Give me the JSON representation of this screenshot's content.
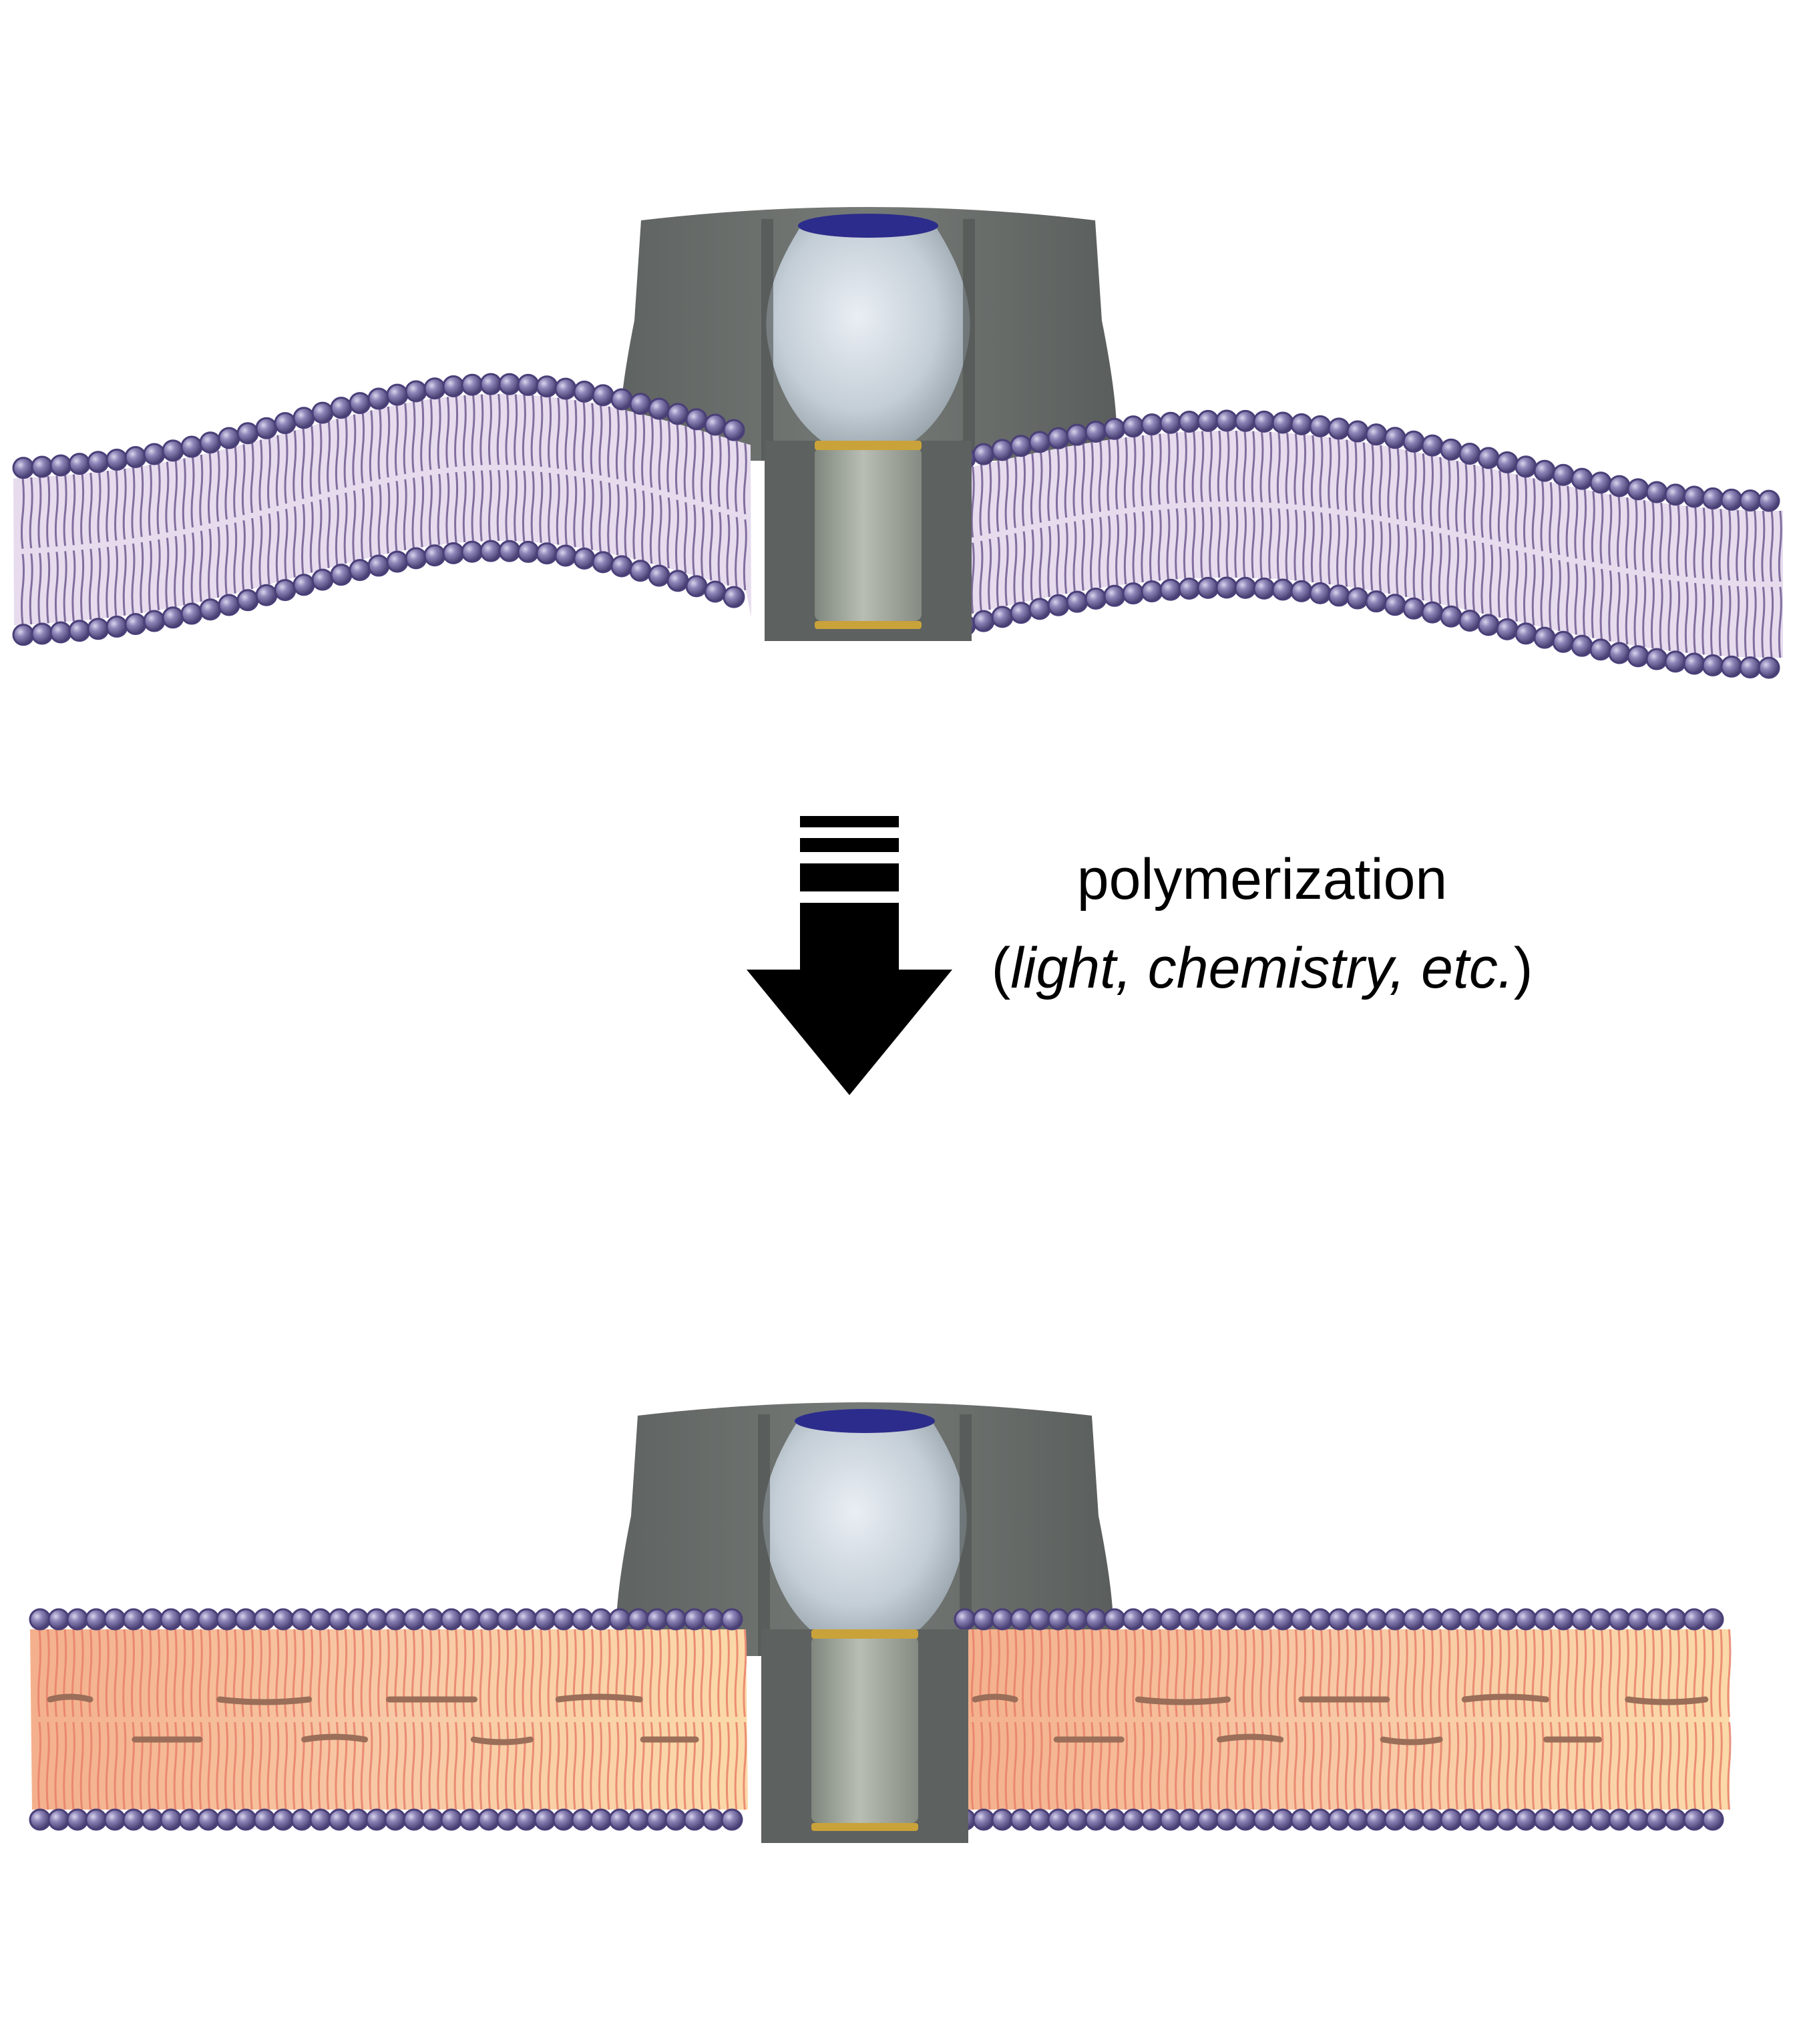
{
  "caption": {
    "line1": "polymerization",
    "line2_open": "(",
    "line2_italic": "light, chemistry, etc.",
    "line2_close": ")"
  },
  "colors": {
    "background": "#ffffff",
    "lipid_head": "#4a3f78",
    "lipid_head_highlight": "#b9b3d6",
    "lipid_tail_top_panel": "#6f5a8f",
    "membrane_fill_top_panel": "#e6dcee",
    "lipid_tail_bottom_panel": "#e8806a",
    "membrane_fill_bottom_panel": "#f6c5a0",
    "polymer_crosslink": "#9a6e58",
    "pore_body": "#6b6f6d",
    "pore_vestibule": "#c9d3dc",
    "pore_stem": "#a3aa9f",
    "pore_rim_blue": "#2c2c8c",
    "pore_ring_gold": "#c9a23a",
    "arrow": "#000000"
  },
  "icons": {
    "process_arrow": "down-arrow-icon"
  },
  "panels": {
    "top": "fluid-membrane-with-pore",
    "bottom": "polymerized-membrane-with-pore"
  }
}
